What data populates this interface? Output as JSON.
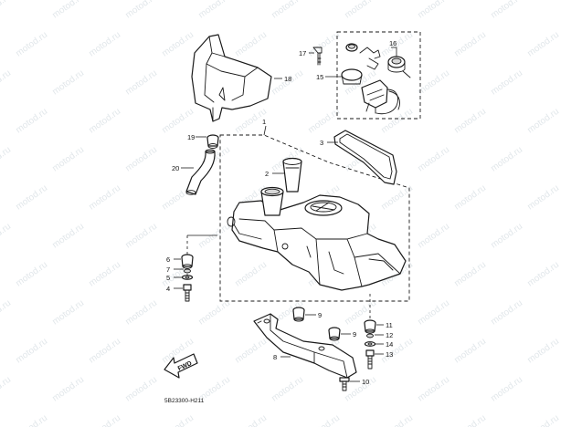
{
  "watermark": "motod.ru",
  "drawing_code": "5B23300-H211",
  "fwd_label": "FWD",
  "callouts": {
    "c1": "1",
    "c2": "2",
    "c3": "3",
    "c4": "4",
    "c5": "5",
    "c6": "6",
    "c7": "7",
    "c8": "8",
    "c9a": "9",
    "c9b": "9",
    "c10": "10",
    "c11": "11",
    "c12": "12",
    "c13": "13",
    "c14": "14",
    "c15": "15",
    "c16": "16",
    "c17": "17",
    "c18": "18",
    "c19": "19",
    "c20": "20"
  },
  "colors": {
    "line": "#1a1a1a",
    "background": "#ffffff",
    "watermark": "#c9d3d9"
  }
}
